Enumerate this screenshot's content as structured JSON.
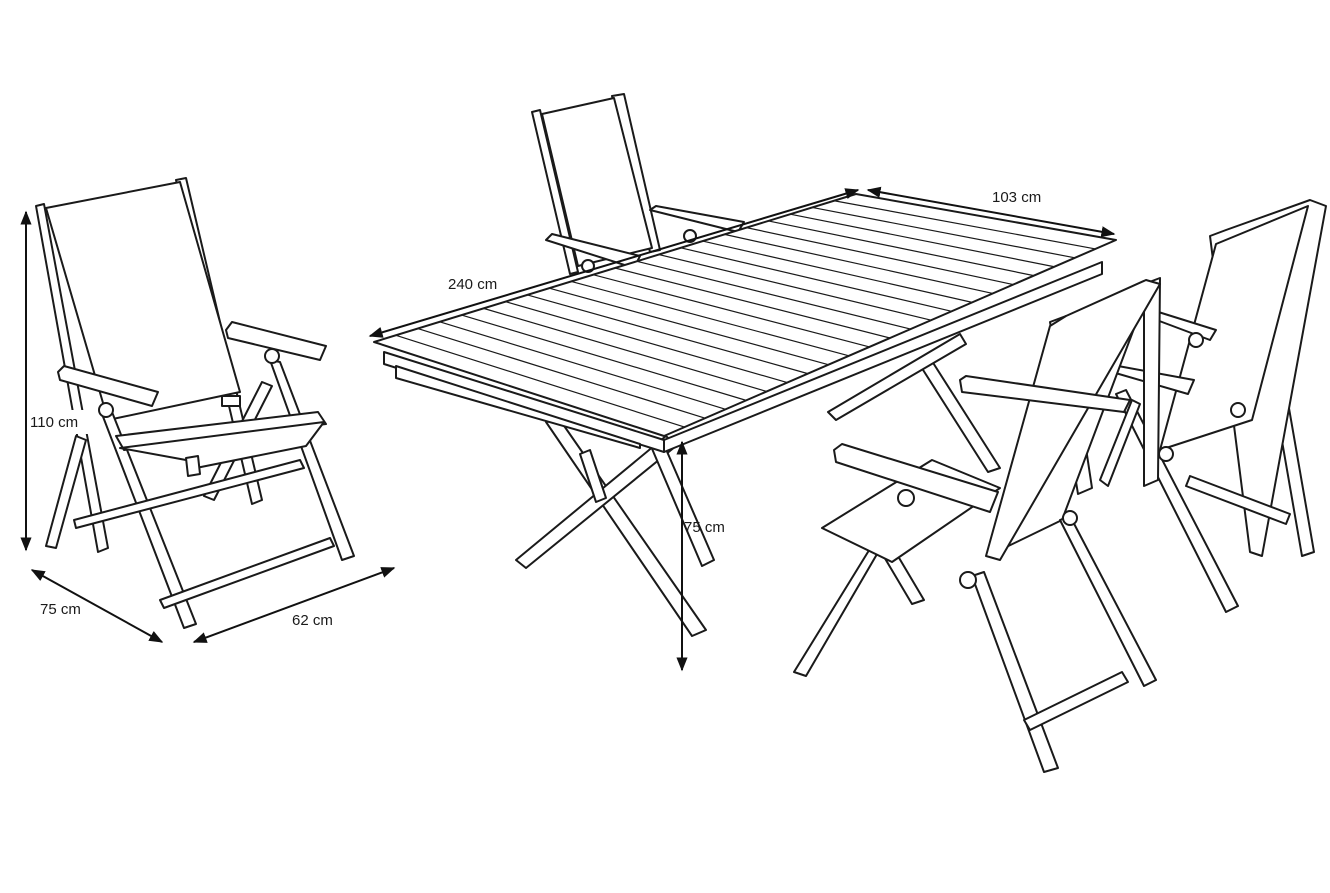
{
  "dimensions": {
    "chair_height": "110 cm",
    "chair_depth": "75 cm",
    "chair_width": "62 cm",
    "table_length": "240 cm",
    "table_width": "103 cm",
    "table_height": "75 cm"
  },
  "colors": {
    "line": "#1a1a1a",
    "background": "#ffffff"
  }
}
